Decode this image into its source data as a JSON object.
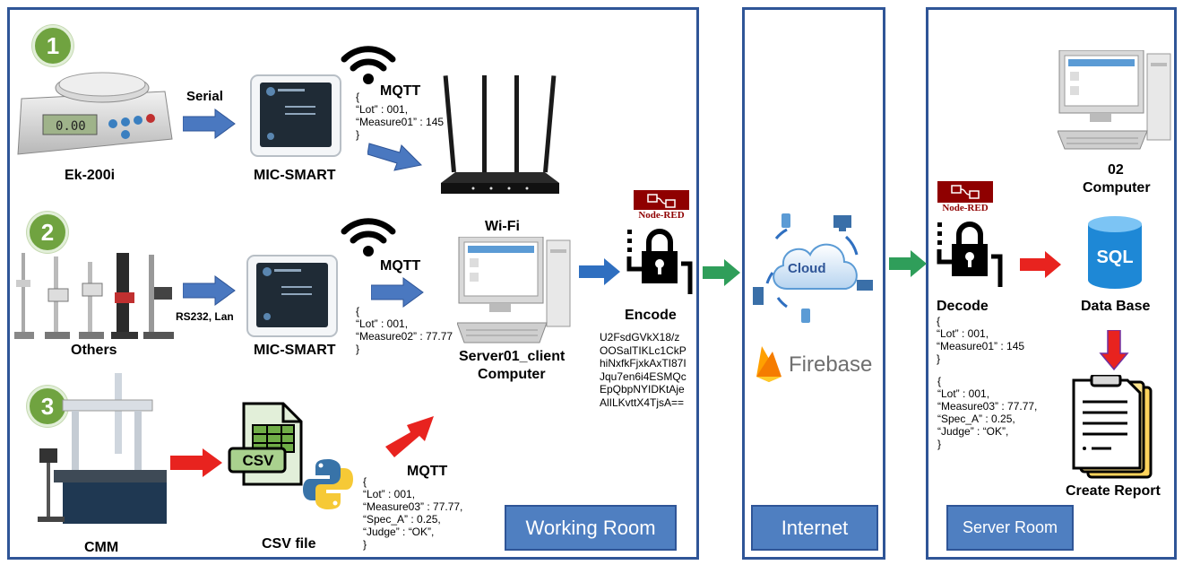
{
  "rooms": {
    "working": "Working Room",
    "internet": "Internet",
    "server": "Server Room"
  },
  "steps": [
    "1",
    "2",
    "3"
  ],
  "devices": {
    "ek200i": "Ek-200i",
    "others": "Others",
    "cmm": "CMM",
    "mic_smart_1": "MIC-SMART",
    "mic_smart_2": "MIC-SMART",
    "csv_file": "CSV file",
    "csv_icon": "CSV",
    "wifi": "Wi-Fi",
    "server_client_line1": "Server01_client",
    "server_client_line2": "Computer",
    "computer02_line1": "02",
    "computer02_line2": "Computer",
    "database": "Data Base",
    "sql": "SQL",
    "create_report": "Create Report",
    "cloud": "Cloud",
    "firebase": "Firebase",
    "node_red_1": "Node-RED",
    "node_red_2": "Node-RED"
  },
  "connections": {
    "serial": "Serial",
    "rs232": "RS232, Lan",
    "mqtt_1": "MQTT",
    "mqtt_2": "MQTT",
    "mqtt_3": "MQTT"
  },
  "payloads": {
    "p1": "{\n“Lot” : 001,\n“Measure01” : 145\n}",
    "p2": "{\n“Lot” : 001,\n“Measure02” : 77.77\n}",
    "p3": "{\n“Lot” : 001,\n“Measure03” : 77.77,\n“Spec_A” : 0.25,\n“Judge” : “OK”,\n}",
    "decoded1": "{\n“Lot” : 001,\n“Measure01” : 145\n}",
    "decoded2": "{\n“Lot” : 001,\n“Measure03” : 77.77,\n“Spec_A” : 0.25,\n“Judge” : “OK”,\n}"
  },
  "encode": {
    "title": "Encode",
    "cipher": "U2FsdGVkX18/z\nOOSalTIKLc1CkP\nhiNxfkFjxkAxTI87I\nJqu7en6i4ESMQc\nEpQbpNYIDKtAje\nAlILKvttX4TjsA=="
  },
  "decode": {
    "title": "Decode"
  },
  "colors": {
    "panel_border": "#2f5597",
    "room_fill": "#4f7fc1",
    "blue_arrow": "#4a78c0",
    "green_arrow": "#2f9e5a",
    "red_arrow": "#e8231f",
    "step_green": "#70a340"
  },
  "icons": [
    "wifi-icon",
    "router-icon",
    "computer-icon",
    "lock-icon",
    "cloud-icon",
    "database-icon",
    "report-icon",
    "python-icon",
    "firebase-icon"
  ]
}
